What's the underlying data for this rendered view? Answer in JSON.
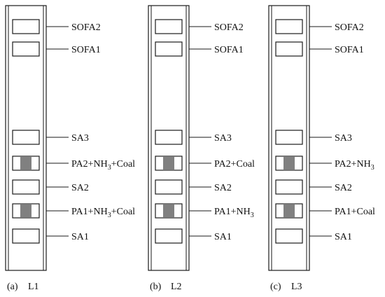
{
  "colors": {
    "stroke": "#1a1a1a",
    "fuel_fill": "#808080",
    "background": "#ffffff"
  },
  "panels": [
    {
      "caption_letter": "(a)",
      "caption_name": "L1",
      "nozzles": [
        {
          "base": "SOFA2",
          "sub": "",
          "tail": "",
          "fuel": false
        },
        {
          "base": "SOFA1",
          "sub": "",
          "tail": "",
          "fuel": false
        },
        {
          "base": "SA3",
          "sub": "",
          "tail": "",
          "fuel": false
        },
        {
          "base": "PA2+NH",
          "sub": "3",
          "tail": "+Coal",
          "fuel": true
        },
        {
          "base": "SA2",
          "sub": "",
          "tail": "",
          "fuel": false
        },
        {
          "base": "PA1+NH",
          "sub": "3",
          "tail": "+Coal",
          "fuel": true
        },
        {
          "base": "SA1",
          "sub": "",
          "tail": "",
          "fuel": false
        }
      ]
    },
    {
      "caption_letter": "(b)",
      "caption_name": "L2",
      "nozzles": [
        {
          "base": "SOFA2",
          "sub": "",
          "tail": "",
          "fuel": false
        },
        {
          "base": "SOFA1",
          "sub": "",
          "tail": "",
          "fuel": false
        },
        {
          "base": "SA3",
          "sub": "",
          "tail": "",
          "fuel": false
        },
        {
          "base": "PA2+Coal",
          "sub": "",
          "tail": "",
          "fuel": true
        },
        {
          "base": "SA2",
          "sub": "",
          "tail": "",
          "fuel": false
        },
        {
          "base": "PA1+NH",
          "sub": "3",
          "tail": "",
          "fuel": true
        },
        {
          "base": "SA1",
          "sub": "",
          "tail": "",
          "fuel": false
        }
      ]
    },
    {
      "caption_letter": "(c)",
      "caption_name": "L3",
      "nozzles": [
        {
          "base": "SOFA2",
          "sub": "",
          "tail": "",
          "fuel": false
        },
        {
          "base": "SOFA1",
          "sub": "",
          "tail": "",
          "fuel": false
        },
        {
          "base": "SA3",
          "sub": "",
          "tail": "",
          "fuel": false
        },
        {
          "base": "PA2+NH",
          "sub": "3",
          "tail": "",
          "fuel": true
        },
        {
          "base": "SA2",
          "sub": "",
          "tail": "",
          "fuel": false
        },
        {
          "base": "PA1+Coal",
          "sub": "",
          "tail": "",
          "fuel": true
        },
        {
          "base": "SA1",
          "sub": "",
          "tail": "",
          "fuel": false
        }
      ]
    }
  ]
}
